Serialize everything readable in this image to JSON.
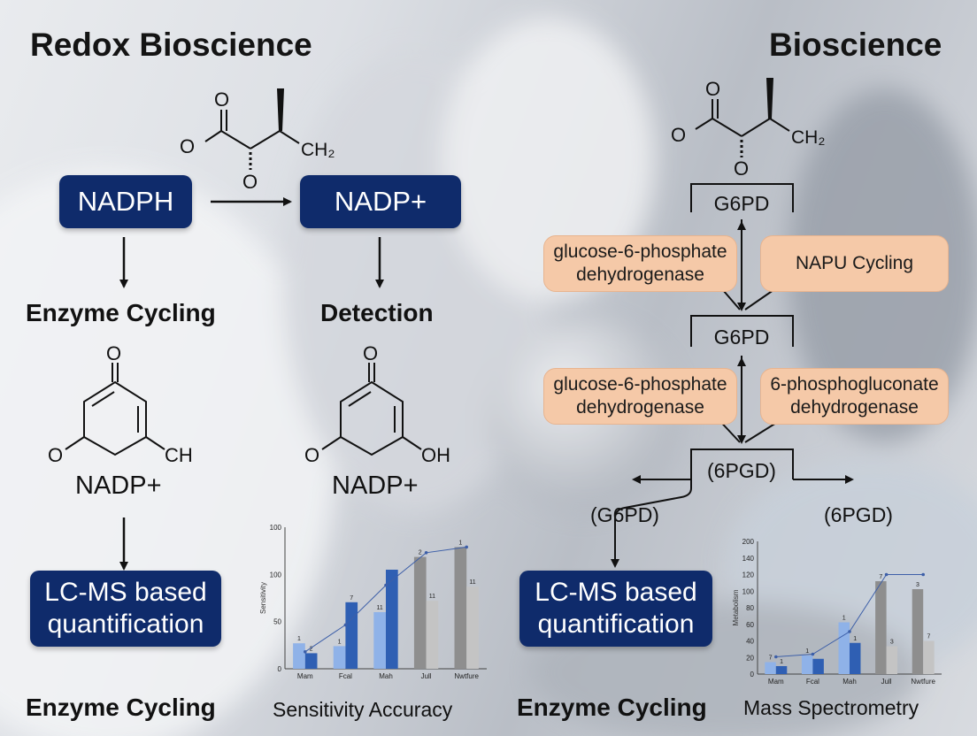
{
  "left": {
    "title": "Redox Bioscience",
    "molecule_top": {
      "o_top": "O",
      "o_left": "O",
      "o_bottom": "O",
      "ch2": "CH₂"
    },
    "nadph": "NADPH",
    "nadp_plus_box": "NADP+",
    "enzyme_cycling": "Enzyme Cycling",
    "detection": "Detection",
    "ring1": {
      "o_top": "O",
      "o_left": "O",
      "right": "CH"
    },
    "ring2": {
      "o_top": "O",
      "o_left": "O",
      "right": "OH"
    },
    "nadp_plus_a": "NADP+",
    "nadp_plus_b": "NADP+",
    "lcms_line1": "LC-MS based",
    "lcms_line2": "quantification",
    "caption_left": "Enzyme Cycling",
    "caption_right": "Sensitivity Accuracy"
  },
  "right": {
    "title": "Bioscience",
    "molecule_top": {
      "o_top": "O",
      "o_left": "O",
      "o_bottom": "O",
      "ch2": "CH₂"
    },
    "g6pd_top": "G6PD",
    "peach1_line1": "glucose-6-phosphate",
    "peach1_line2": "dehydrogenase",
    "peach2": "NAPU Cycling",
    "g6pd_mid": "G6PD",
    "peach3_line1": "glucose-6-phosphate",
    "peach3_line2": "dehydrogenase",
    "peach4_line1": "6-phosphogluconate",
    "peach4_line2": "dehydrogenase",
    "pgd_center": "(6PGD)",
    "g6pd_left": "(G6PD)",
    "pgd_right": "(6PGD)",
    "lcms_line1": "LC-MS based",
    "lcms_line2": "quantification",
    "caption_left": "Enzyme Cycling",
    "caption_right": "Mass Spectrometry"
  },
  "colors": {
    "navy": "#0f2b6b",
    "peach": "#f5c9a8",
    "bar_light": "#8fb2e8",
    "bar_dark": "#2f5fb3",
    "bar_grey": "#8e8e8e",
    "bar_light_grey": "#c4c4c4",
    "trend": "#3d5fa8"
  },
  "chart_data": [
    {
      "type": "bar",
      "title": "",
      "ylabel": "Sensitivity",
      "ylim": [
        0,
        100
      ],
      "yticks": [
        "0",
        "50",
        "100",
        "100"
      ],
      "categories": [
        "Mam",
        "Fcal",
        "Mah",
        "Jull",
        "Nwtfure"
      ],
      "series": [
        {
          "values": [
            18,
            16,
            40,
            79,
            86
          ],
          "labels": [
            "1",
            "1",
            "11",
            "2",
            "1"
          ]
        },
        {
          "values": [
            11,
            47,
            70,
            48,
            58
          ],
          "labels": [
            "2",
            "7",
            "",
            "11",
            "11"
          ]
        }
      ],
      "trend": [
        12,
        31,
        59,
        82,
        86
      ]
    },
    {
      "type": "bar",
      "title": "",
      "ylabel": "Metabolism",
      "ylim": [
        0,
        200
      ],
      "yticks": [
        "0",
        "20",
        "40",
        "60",
        "80",
        "100",
        "120",
        "140",
        "200"
      ],
      "categories": [
        "Mam",
        "Fcal",
        "Mah",
        "Jull",
        "Nwtfure"
      ],
      "series": [
        {
          "values": [
            18,
            28,
            78,
            140,
            128
          ],
          "labels": [
            "7",
            "1",
            "1",
            "7",
            "3"
          ]
        },
        {
          "values": [
            12,
            23,
            47,
            42,
            50
          ],
          "labels": [
            "1",
            "",
            "1",
            "3",
            "7"
          ]
        }
      ],
      "trend": [
        26,
        30,
        64,
        150,
        150
      ]
    }
  ]
}
